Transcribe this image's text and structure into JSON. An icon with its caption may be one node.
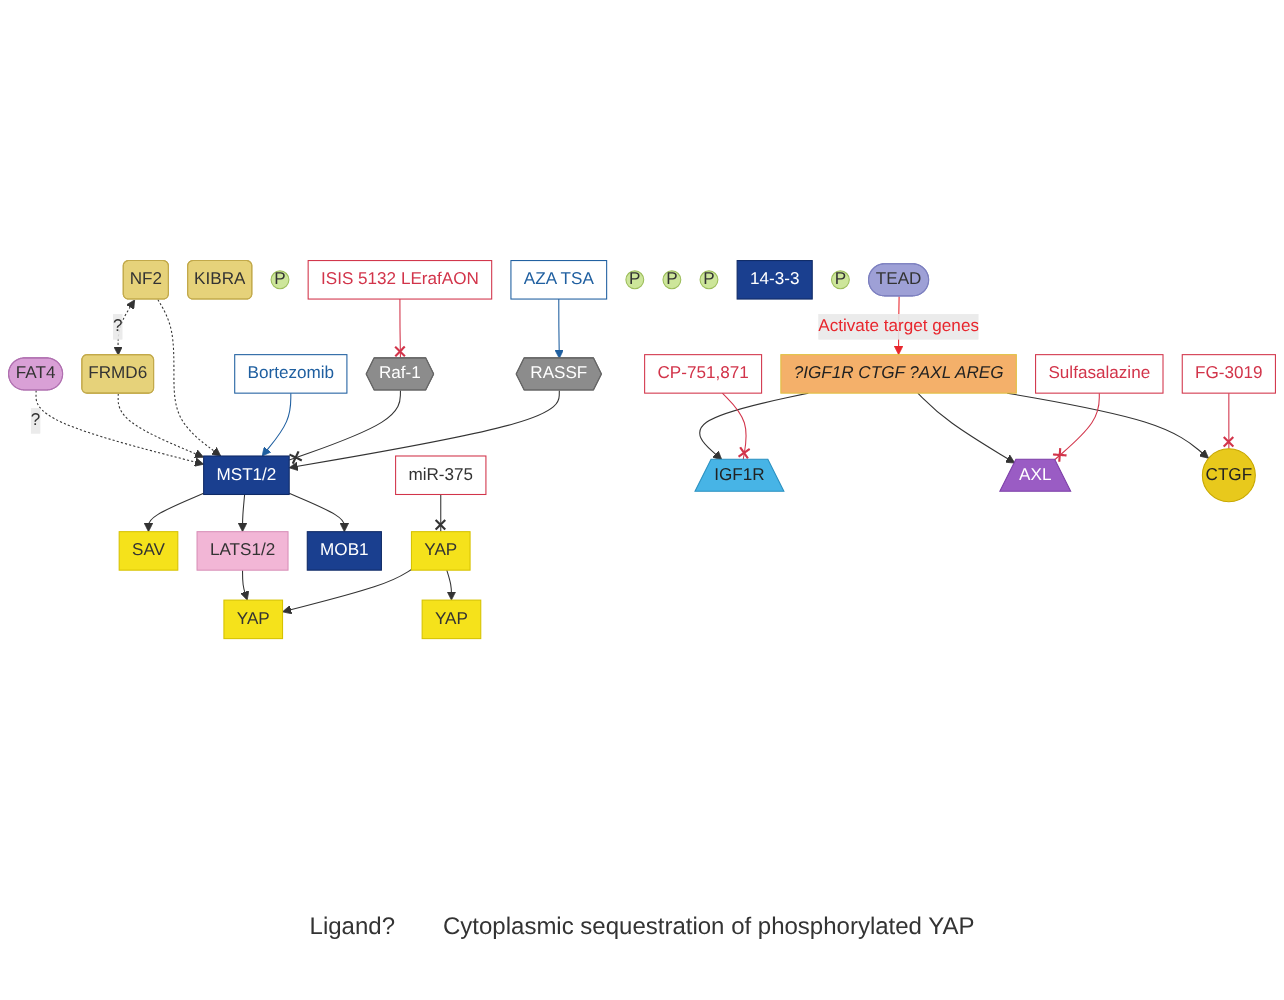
{
  "diagram": {
    "nodes": [
      {
        "text": [
          "FAT4"
        ]
      },
      {
        "text": [
          "FRMD6"
        ]
      },
      {
        "text": [
          "NF2"
        ]
      },
      {
        "text": [
          "KIBRA"
        ]
      },
      {
        "text": [
          "MST1/2"
        ]
      },
      {
        "text": [
          "P"
        ]
      },
      {
        "text": [
          "Bortezomib"
        ]
      },
      {
        "text": [
          "Raf-1"
        ]
      },
      {
        "text": [
          "ISIS 5132 LErafAON"
        ]
      },
      {
        "text": [
          "RASSF"
        ]
      },
      {
        "text": [
          "AZA TSA"
        ]
      },
      {
        "text": [
          "SAV"
        ]
      },
      {
        "text": [
          "P"
        ]
      },
      {
        "text": [
          "LATS1/2"
        ]
      },
      {
        "text": [
          "P"
        ]
      },
      {
        "text": [
          "MOB1"
        ]
      },
      {
        "text": [
          "P"
        ]
      },
      {
        "text": [
          "14-3-3"
        ]
      },
      {
        "text": [
          "P"
        ]
      },
      {
        "text": [
          "YAP"
        ]
      },
      {
        "text": [
          "YAP"
        ]
      },
      {
        "text": [
          "miR-375"
        ]
      },
      {
        "text": [
          "YAP"
        ]
      },
      {
        "text": [
          "TEAD"
        ]
      },
      {
        "text": [
          "?IGF1R CTGF ?AXL AREG"
        ]
      },
      {
        "text": [
          "IGF1R"
        ]
      },
      {
        "text": [
          "AXL"
        ]
      },
      {
        "text": [
          "CTGF"
        ]
      },
      {
        "text": [
          "CP-751,871"
        ]
      },
      {
        "text": [
          "Sulfasalazine"
        ]
      },
      {
        "text": [
          "FG-3019"
        ]
      }
    ],
    "edges": [
      {
        "from": 0,
        "to": 4,
        "arrow": "to",
        "style": "dashed",
        "label": "?"
      },
      {
        "from": 1,
        "to": 4,
        "arrow": "to",
        "style": "dashed"
      },
      {
        "from": 2,
        "to": 1,
        "arrow": "both",
        "style": "dashed",
        "label": "?"
      },
      {
        "from": 2,
        "to": 4,
        "arrow": "to",
        "style": "dashed"
      },
      {
        "from": 6,
        "to": 4,
        "arrow": "to",
        "color": "#1f5fa0"
      },
      {
        "from": 7,
        "to": 4,
        "arrow": "other"
      },
      {
        "from": 8,
        "to": 7,
        "arrow": "other",
        "color": "#d2344a"
      },
      {
        "from": 9,
        "to": 4,
        "arrow": "to"
      },
      {
        "from": 10,
        "to": 9,
        "arrow": "to",
        "color": "#1f5fa0"
      },
      {
        "from": 4,
        "to": 11,
        "arrow": "to"
      },
      {
        "from": 4,
        "to": 13,
        "arrow": "to"
      },
      {
        "from": 4,
        "to": 15,
        "arrow": "to"
      },
      {
        "from": 13,
        "to": 19,
        "arrow": "to"
      },
      {
        "from": 20,
        "to": 19,
        "arrow": "to"
      },
      {
        "from": 21,
        "to": 20,
        "arrow": "other"
      },
      {
        "from": 20,
        "to": 22,
        "arrow": "to"
      },
      {
        "from": 23,
        "to": 24,
        "arrow": "to",
        "label": "Activate target genes",
        "color": "#e8262d"
      },
      {
        "from": 24,
        "to": 25,
        "arrow": "to"
      },
      {
        "from": 24,
        "to": 26,
        "arrow": "to"
      },
      {
        "from": 24,
        "to": 27,
        "arrow": "to"
      },
      {
        "from": 28,
        "to": 25,
        "arrow": "other",
        "color": "#d2344a"
      },
      {
        "from": 29,
        "to": 26,
        "arrow": "other",
        "color": "#d2344a"
      },
      {
        "from": 30,
        "to": 27,
        "arrow": "other",
        "color": "#d2344a"
      }
    ],
    "labels": [
      "Ligand?",
      "Cytoplasmic sequestration of phosphorylated YAP"
    ]
  }
}
